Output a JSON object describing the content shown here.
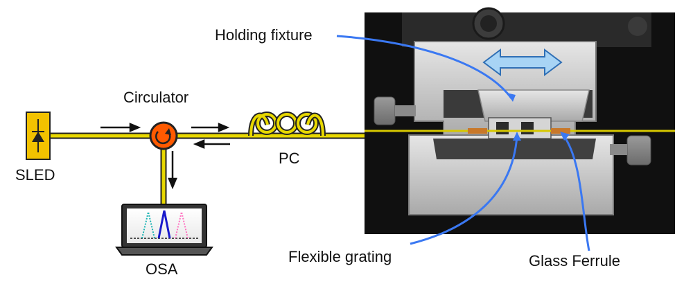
{
  "labels": {
    "sled": "SLED",
    "circulator": "Circulator",
    "pc": "PC",
    "osa": "OSA",
    "holding_fixture": "Holding fixture",
    "flexible_grating": "Flexible grating",
    "glass_ferrule": "Glass Ferrule"
  },
  "colors": {
    "fiber": "#e8d800",
    "fiber_outline": "#222222",
    "sled_box": "#f3c200",
    "circulator": "#ff5a00",
    "pointer": "#3a78f2",
    "motion_arrow": "#a8d4f5",
    "photo_bg": "#0f0f0f",
    "metal": "#c9c9c9",
    "osa_peak_left": "#19b3b3",
    "osa_peak_center": "#1a1acc",
    "osa_peak_right": "#ff70c0"
  },
  "icons": {
    "sled": "diode-icon",
    "circulator": "circulator-icon",
    "pc": "polarization-controller-loops-icon",
    "osa": "laptop-spectrum-icon",
    "motion": "double-headed-arrow-icon"
  }
}
